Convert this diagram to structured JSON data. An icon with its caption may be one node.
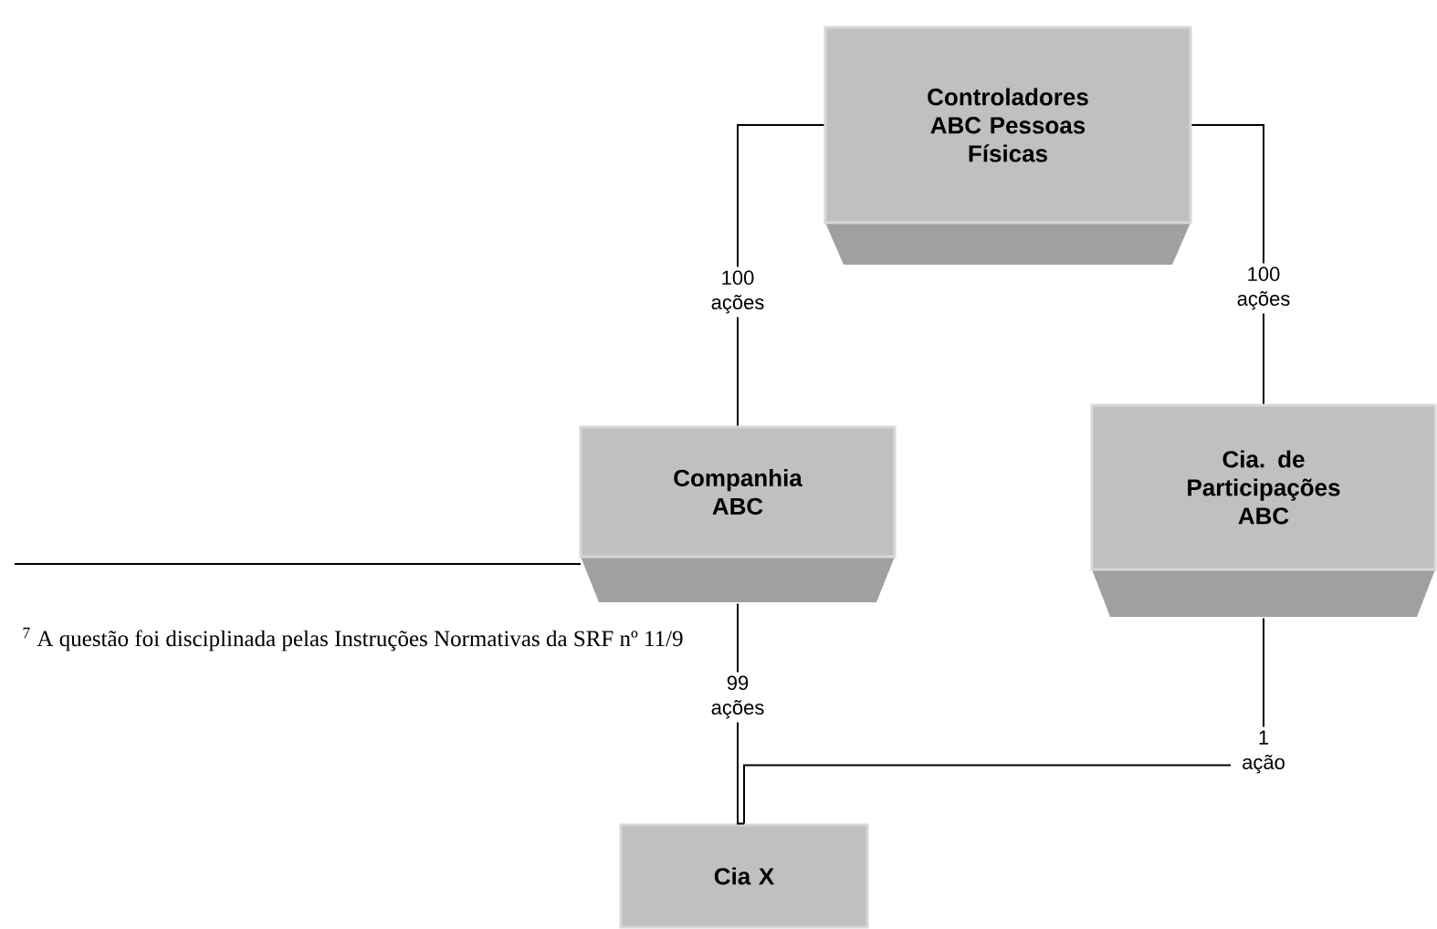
{
  "diagram": {
    "nodes": [
      {
        "text": [
          "Controladores ABC Pessoas Físicas"
        ]
      },
      {
        "text": [
          "Companhia ABC"
        ]
      },
      {
        "text": [
          "Cia. de Participações ABC"
        ]
      },
      {
        "text": [
          "Cia X"
        ]
      }
    ],
    "edges": [
      {
        "from": 0,
        "to": 1,
        "arrow": "none",
        "label": "100 ações"
      },
      {
        "from": 0,
        "to": 2,
        "arrow": "none",
        "label": "100 ações"
      },
      {
        "from": 1,
        "to": 3,
        "arrow": "none",
        "label": "99 ações"
      },
      {
        "from": 2,
        "to": 3,
        "arrow": "none",
        "label": "1 ação"
      }
    ],
    "labels": [
      "$^{7}$ A questão foi disciplinada pelas Instruções Normativas da SRF nº 11/9"
    ]
  }
}
